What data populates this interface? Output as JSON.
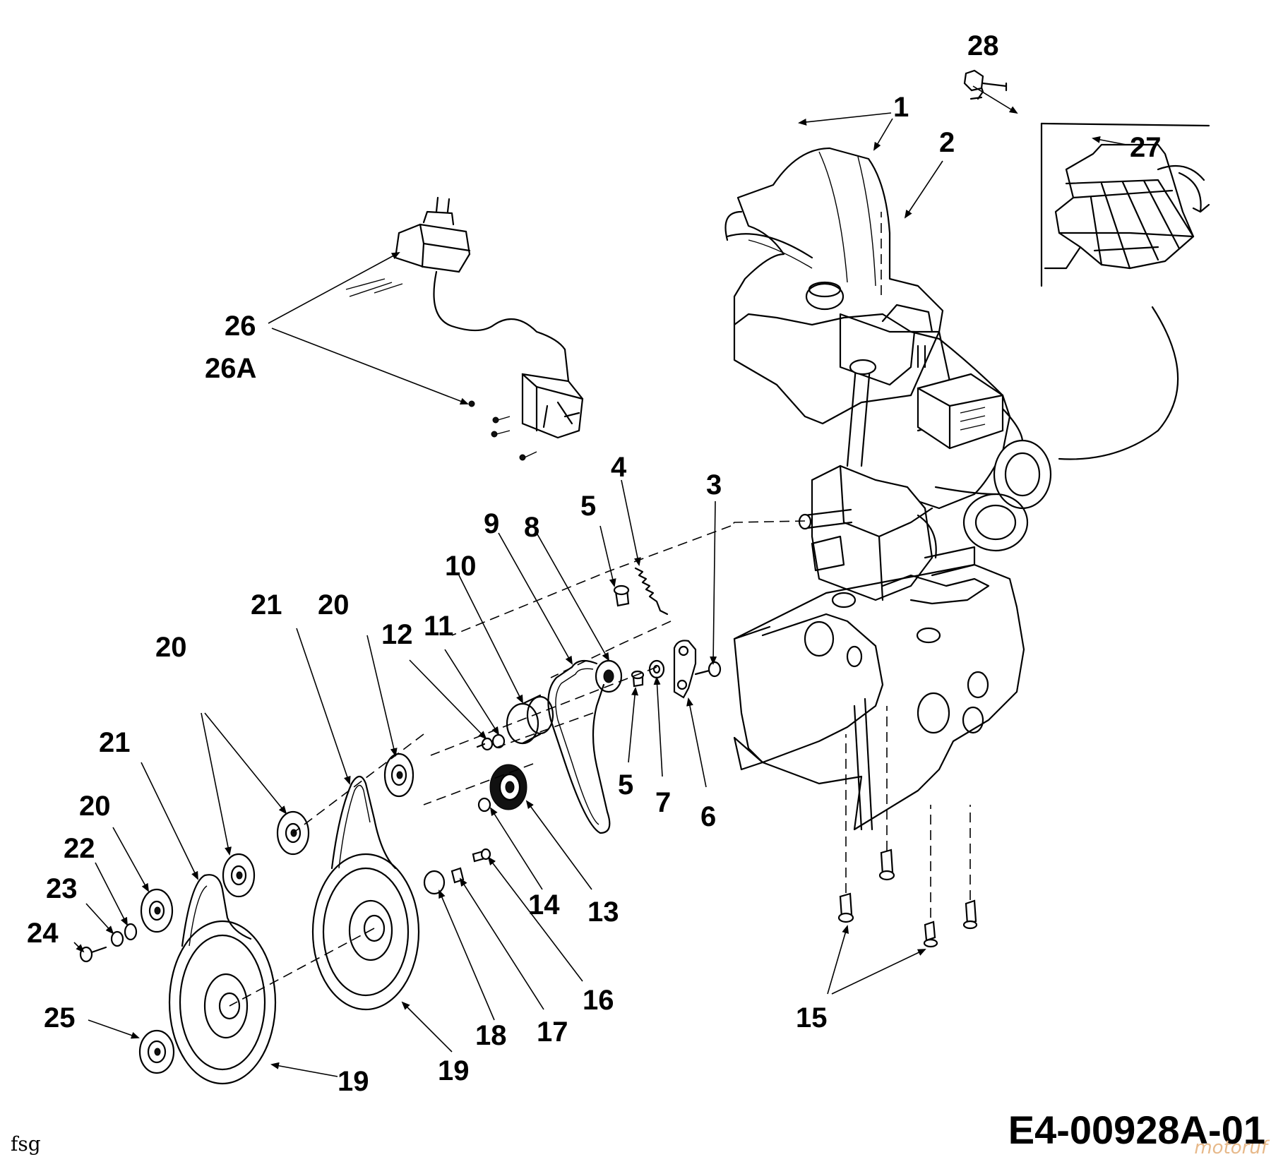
{
  "diagram": {
    "part_code": "E4-00928A-01",
    "corner_note": "fsg",
    "watermark": "motoruf",
    "callouts": {
      "c1": "1",
      "c2": "2",
      "c3": "3",
      "c4": "4",
      "c5a": "5",
      "c5b": "5",
      "c6": "6",
      "c7": "7",
      "c8": "8",
      "c9": "9",
      "c10": "10",
      "c11": "11",
      "c12": "12",
      "c13": "13",
      "c14": "14",
      "c15": "15",
      "c16": "16",
      "c17": "17",
      "c18": "18",
      "c19a": "19",
      "c19b": "19",
      "c20a": "20",
      "c20b": "20",
      "c20c": "20",
      "c21a": "21",
      "c21b": "21",
      "c22": "22",
      "c23": "23",
      "c24": "24",
      "c25": "25",
      "c26": "26",
      "c26a": "26A",
      "c27": "27",
      "c28": "28"
    }
  }
}
